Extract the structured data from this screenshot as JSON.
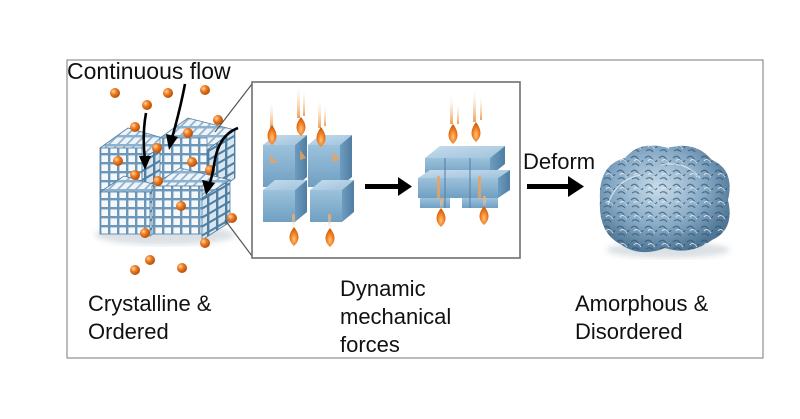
{
  "labels": {
    "continuous_flow": "Continuous flow",
    "deform": "Deform",
    "crystalline": [
      "Crystalline &",
      "Ordered"
    ],
    "dynamic": [
      "Dynamic",
      "mechanical",
      "forces"
    ],
    "amorphous": [
      "Amorphous &",
      "Disordered"
    ]
  },
  "colors": {
    "lattice": "#7fa6c4",
    "lattice_dark": "#4f7ea3",
    "block": "#8fb8d6",
    "sphere": "#f07d1f",
    "flame": "#f0a15a",
    "frame": "#6f6f6f"
  }
}
